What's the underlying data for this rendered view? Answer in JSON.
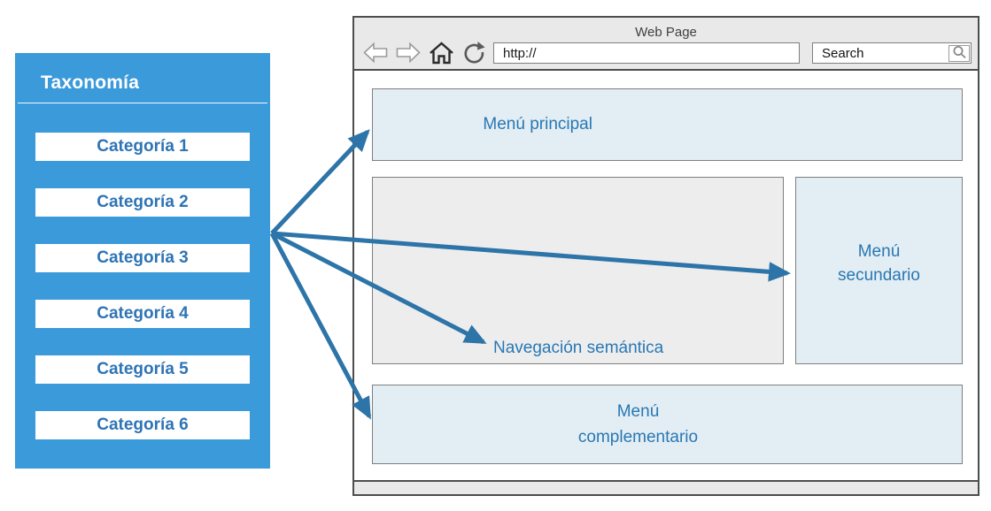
{
  "colors": {
    "panel_blue": "#3b9ad9",
    "category_text": "#2e74b5",
    "label_blue": "#2878b3",
    "arrow": "#2d74a8",
    "chrome_gray": "#e9e9e9",
    "window_border": "#4d4d4d",
    "box_border": "#7f7f7f",
    "box_blue_fill": "#e3edf4",
    "box_gray_fill": "#ededee",
    "title_text": "#404040"
  },
  "taxonomy": {
    "title": "Taxonomía",
    "categories": [
      "Categoría 1",
      "Categoría 2",
      "Categoría 3",
      "Categoría 4",
      "Categoría 5",
      "Categoría 6"
    ]
  },
  "browser": {
    "title": "Web Page",
    "address_value": "http://",
    "search_value": "Search",
    "icons": {
      "back": "back-arrow-icon",
      "forward": "forward-arrow-icon",
      "home": "home-icon",
      "refresh": "refresh-icon",
      "search": "magnifier-icon"
    },
    "regions": {
      "principal": "Menú principal",
      "navegacion_semantica": "Navegación semántica",
      "secundario_line1": "Menú",
      "secundario_line2": "secundario",
      "complementario_line1": "Menú",
      "complementario_line2": "complementario"
    }
  },
  "connections": [
    {
      "from": "Taxonomía",
      "to": "Menú principal"
    },
    {
      "from": "Taxonomía",
      "to": "Menú secundario"
    },
    {
      "from": "Taxonomía",
      "to": "Navegación semántica"
    },
    {
      "from": "Taxonomía",
      "to": "Menú complementario"
    }
  ]
}
